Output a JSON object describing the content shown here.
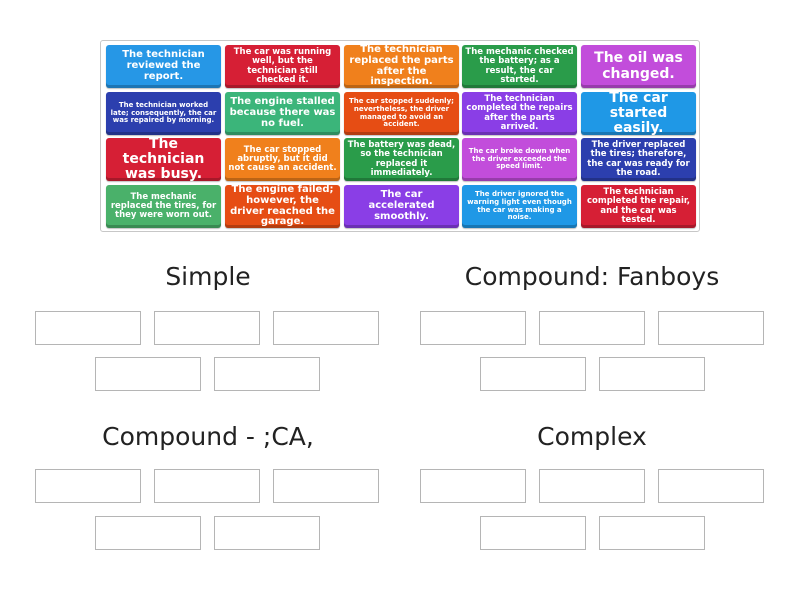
{
  "cards": [
    {
      "id": "c1",
      "text": "The technician reviewed the report.",
      "color": "#2697e6"
    },
    {
      "id": "c2",
      "text": "The car was running well, but the technician still checked it.",
      "color": "#d61f35"
    },
    {
      "id": "c3",
      "text": "The technician replaced the parts after the inspection.",
      "color": "#f0801c"
    },
    {
      "id": "c4",
      "text": "The mechanic checked the battery; as a result, the car started.",
      "color": "#2a9c4a"
    },
    {
      "id": "c5",
      "text": "The oil was changed.",
      "color": "#c24ddb"
    },
    {
      "id": "c6",
      "text": "The technician worked late; consequently, the car was repaired by morning.",
      "color": "#2c3fae"
    },
    {
      "id": "c7",
      "text": "The engine stalled because there was no fuel.",
      "color": "#3bb57a"
    },
    {
      "id": "c8",
      "text": "The car stopped suddenly; nevertheless, the driver managed to avoid an accident.",
      "color": "#e64d14"
    },
    {
      "id": "c9",
      "text": "The technician completed the repairs after the parts arrived.",
      "color": "#8a3ee6"
    },
    {
      "id": "c10",
      "text": "The car started easily.",
      "color": "#1f98e6"
    },
    {
      "id": "c11",
      "text": "The technician was busy.",
      "color": "#d61f35"
    },
    {
      "id": "c12",
      "text": "The car stopped abruptly, but it did not cause an accident.",
      "color": "#f0801c"
    },
    {
      "id": "c13",
      "text": "The battery was dead, so the technician replaced it immediately.",
      "color": "#2a9c4a"
    },
    {
      "id": "c14",
      "text": "The car broke down when the driver exceeded the speed limit.",
      "color": "#c24ddb"
    },
    {
      "id": "c15",
      "text": "The driver replaced the tires; therefore, the car was ready for the road.",
      "color": "#2c3fae"
    },
    {
      "id": "c16",
      "text": "The mechanic replaced the tires, for they were worn out.",
      "color": "#4ab16a"
    },
    {
      "id": "c17",
      "text": "The engine failed; however, the driver reached the garage.",
      "color": "#e64d14"
    },
    {
      "id": "c18",
      "text": "The car accelerated smoothly.",
      "color": "#8a3ee6"
    },
    {
      "id": "c19",
      "text": "The driver ignored the warning light even though the car was making a noise.",
      "color": "#1f98e6"
    },
    {
      "id": "c20",
      "text": "The technician completed the repair, and the car was tested.",
      "color": "#d61f35"
    }
  ],
  "groups": {
    "simple": {
      "title": "Simple"
    },
    "compound_fanboys": {
      "title": "Compound: Fanboys"
    },
    "compound_ca": {
      "title": "Compound - ;CA,"
    },
    "complex": {
      "title": "Complex"
    }
  }
}
